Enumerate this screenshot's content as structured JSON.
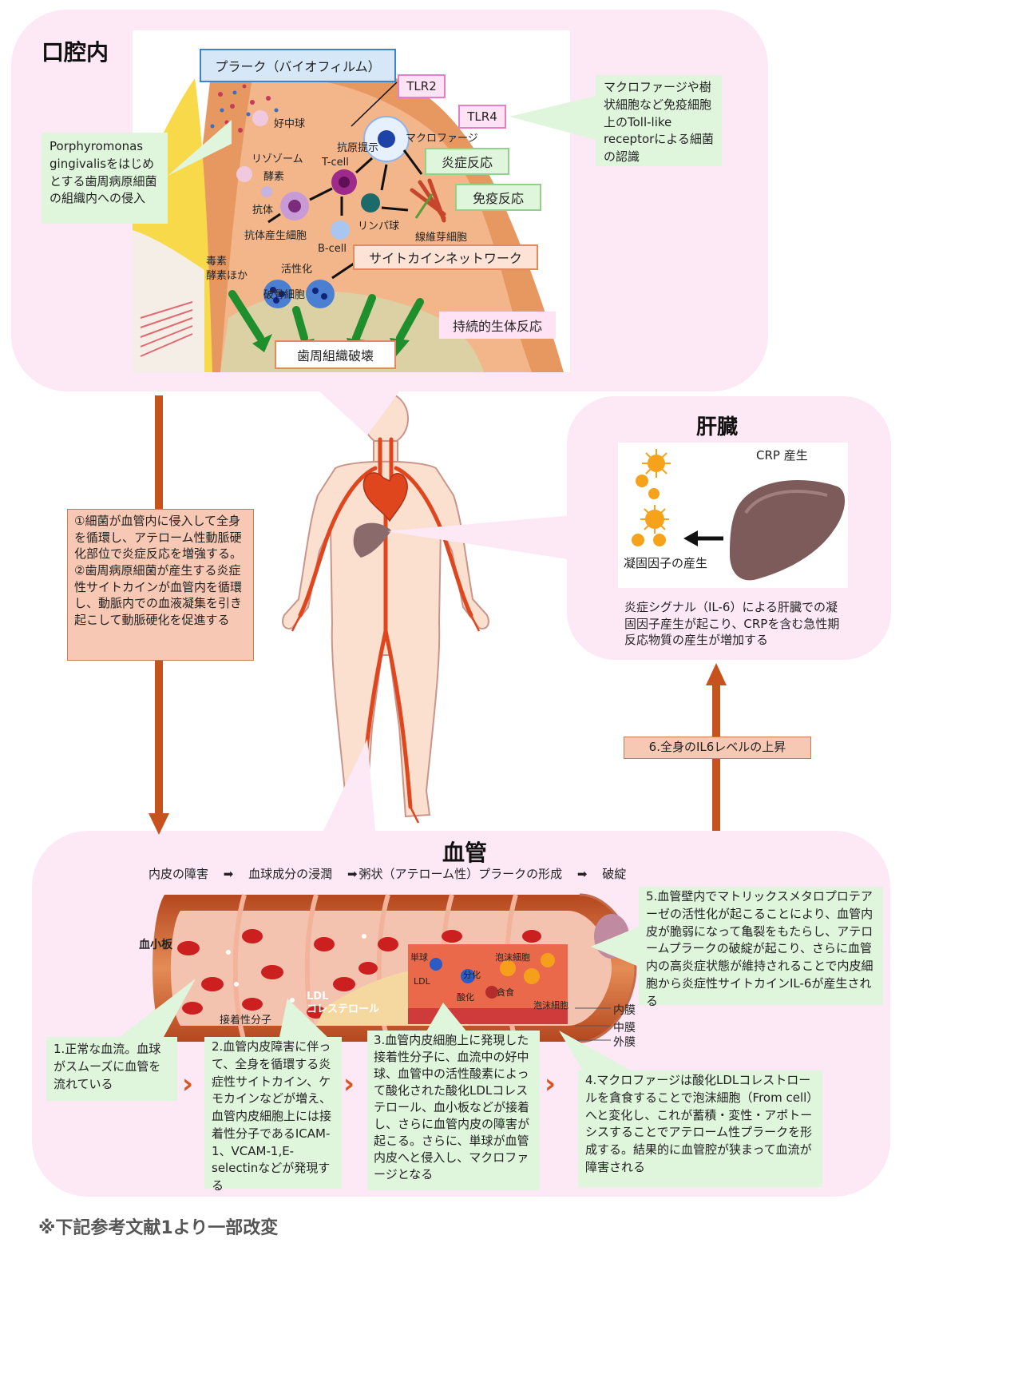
{
  "oral": {
    "title": "口腔内",
    "plaque": "プラーク（バイオフィルム）",
    "tlr2": "TLR2",
    "tlr4": "TLR4",
    "macrophage_note": "マクロファージや樹状細胞など免疫細胞上のToll-like receptorによる細菌の認識",
    "pg_note": "Porphyromonas gingivalisをはじめとする歯周病原細菌の組織内への侵入",
    "inflammation": "炎症反応",
    "immune": "免疫反応",
    "cytokine_network": "サイトカインネットワーク",
    "persistent": "持続的生体反応",
    "destruction": "歯周組織破壊",
    "illustration_labels": {
      "neutrophil": "好中球",
      "antigen": "抗原提示",
      "macrophage": "マクロファージ",
      "lysozyme": "リゾゾーム",
      "enzyme": "酵素",
      "tcell": "T-cell",
      "antibody": "抗体",
      "lymphocyte": "リンパ球",
      "fibroblast": "線維芽細胞",
      "plasma": "抗体産生細胞",
      "bcell": "B-cell",
      "toxin": "毒素",
      "enzymes_etc": "酵素ほか",
      "activation": "活性化",
      "osteoclast": "破骨細胞"
    }
  },
  "arrow_note": "①細菌が血管内に侵入して全身を循環し、アテローム性動脈硬化部位で炎症反応を増強する。\n②歯周病原細菌が産生する炎症性サイトカインが血管内を循環し、動脈内での血液凝集を引き起こして動脈硬化を促進する",
  "liver": {
    "title": "肝臓",
    "crp": "CRP 産生",
    "clotting": "凝固因子の産生",
    "note": "炎症シグナル（IL-6）による肝臓での凝固因子産生が起こり、CRPを含む急性期反応物質の産生が増加する"
  },
  "il6_label": "6.全身のIL6レベルの上昇",
  "vessel": {
    "title": "血管",
    "flow": {
      "s1": "内皮の障害",
      "s2": "血球成分の浸潤",
      "s3": "粥状（アテローム性）プラークの形成",
      "s4": "破綻",
      "arrow": "➡"
    },
    "platelet": "血小板",
    "ldl": "LDL\nコレステロール",
    "adhesion": "接着性分子",
    "intima": "内膜",
    "media": "中膜",
    "adventitia": "外膜",
    "inset_labels": {
      "monocyte": "単球",
      "foam": "泡沫細胞",
      "diff": "分化",
      "ldl": "LDL",
      "ox": "酸化",
      "phago": "貪食",
      "foam2": "泡沫細胞"
    },
    "steps": {
      "s1": "1.正常な血流。血球がスムーズに血管を流れている",
      "s2": "2.血管内皮障害に伴って、全身を循環する炎症性サイトカイン、ケモカインなどが増え、血管内皮細胞上には接着性分子であるICAM-1、VCAM-1,E-selectinなどが発現する",
      "s3": "3.血管内皮細胞上に発現した接着性分子に、血流中の好中球、血管中の活性酸素によって酸化された酸化LDLコレステロール、血小板などが接着し、さらに血管内皮の障害が起こる。さらに、単球が血管内皮へと侵入し、マクロファージとなる",
      "s4": "4.マクロファージは酸化LDLコレストロールを貪食することで泡沫細胞（From cell）へと変化し、これが蓄積・変性・アポトーシスすることでアテローム性プラークを形成する。結果的に血管腔が狭まって血流が障害される",
      "s5": "5.血管壁内でマトリックスメタロプロテアーゼの活性化が起こることにより、血管内皮が脆弱になって亀裂をもたらし、アテロームプラークの破綻が起こり、さらに血管内の高炎症状態が維持されることで内皮細胞から炎症性サイトカインIL-6が産生される"
    },
    "chevron": "›"
  },
  "footnote": "※下記参考文献1より一部改変",
  "colors": {
    "panel": "#fde8f6",
    "arrow": "#c8521e",
    "green": "#dff5dc",
    "salmon": "#f7c8b4"
  }
}
